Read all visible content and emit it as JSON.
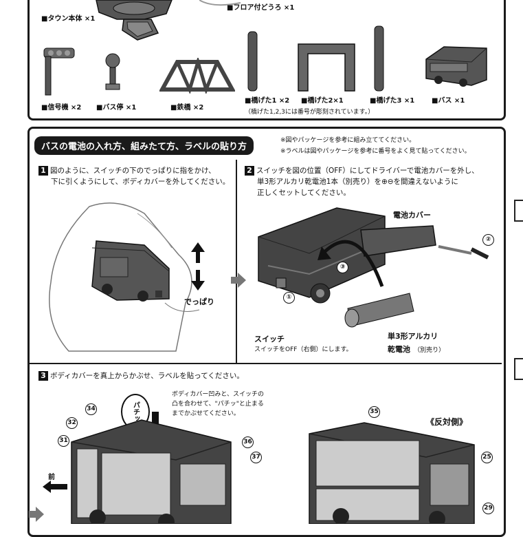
{
  "parts": {
    "town_body": "タウン本体 ×1",
    "floor_road": "フロア付どうろ ×1",
    "signal": "信号機 ×2",
    "bus_stop": "バス停 ×1",
    "iron_bridge": "鉄橋 ×2",
    "girder1": "橋げた1 ×2",
    "girder2": "橋げた2×1",
    "girder3": "橋げた3 ×1",
    "bus": "バス ×1",
    "note": "（橋げた1,2,3には番号が彫刻されています。）"
  },
  "section": {
    "title": "バスの電池の入れ方、組みたて方、ラベルの貼り方",
    "note1": "※図やパッケージを参考に組み立ててください。",
    "note2": "※ラベルは図やパッケージを参考に番号をよく見て貼ってください。"
  },
  "step1": {
    "num": "1",
    "line1": "図のように、スイッチの下のでっぱりに指をかけ、",
    "line2": "下に引くようにして、ボディカバーを外してください。",
    "tab_label": "でっぱり"
  },
  "step2": {
    "num": "2",
    "line1": "スイッチを図の位置（OFF）にしてドライバーで電池カバーを外し、",
    "line2": "単3形アルカリ乾電池1本（別売り）を⊕⊖を間違えないように",
    "line3": "正しくセットしてください。",
    "battery_cover": "電池カバー",
    "switch_title": "スイッチ",
    "switch_note": "スイッチをOFF（右側）にします。",
    "battery_l1": "単3形アルカリ",
    "battery_l2": "乾電池",
    "battery_l3": "（別売り）",
    "c1": "①",
    "c2": "②",
    "c3": "③"
  },
  "step3": {
    "num": "3",
    "line1": "ボディカバーを真上からかぶせ、ラベルを貼ってください。",
    "hint1": "ボディカバー凹みと、スイッチの",
    "hint2": "凸を合わせて、\"パチッ\"と止まる",
    "hint3": "までかぶせてください。",
    "pachi": "パチッ",
    "front": "前",
    "opposite": "《反対側》",
    "labels": [
      "31",
      "32",
      "34",
      "35",
      "36",
      "37",
      "25",
      "29"
    ]
  }
}
